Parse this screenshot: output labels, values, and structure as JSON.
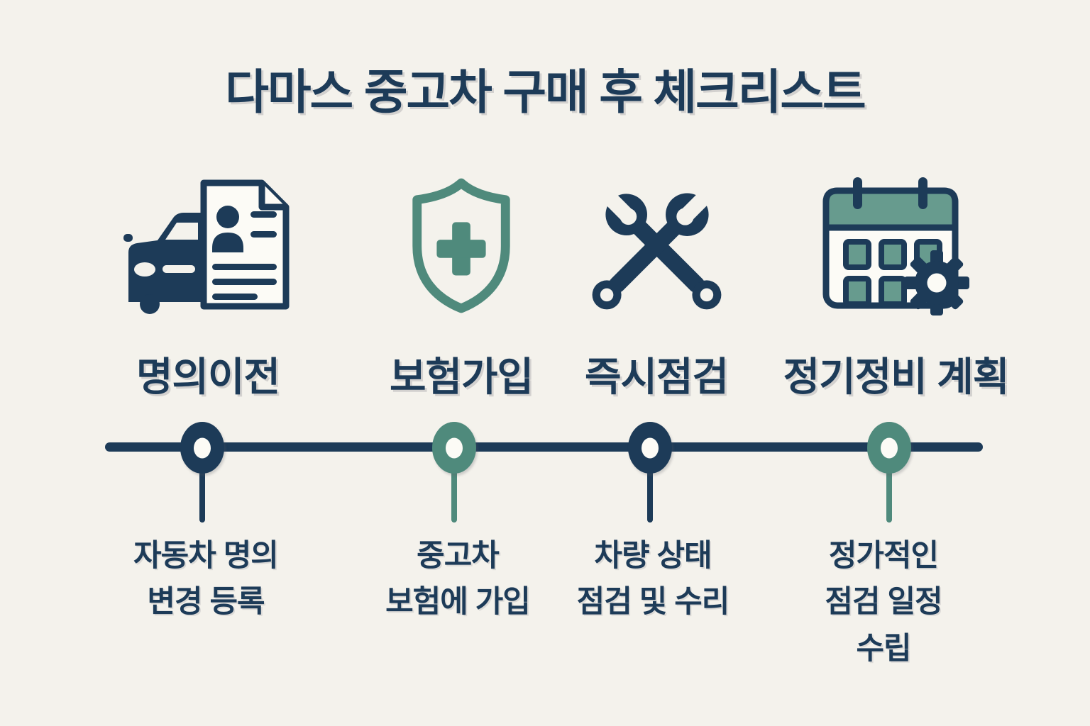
{
  "title": "다마스 중고차 구매 후 체크리스트",
  "colors": {
    "background": "#f4f2ec",
    "navy": "#1d3b58",
    "teal": "#4f8a7c",
    "teal_light": "#679b8e",
    "paper": "#fcfbf6"
  },
  "timeline": {
    "node_colors": [
      "navy",
      "teal",
      "navy",
      "teal"
    ]
  },
  "steps": [
    {
      "icon": "car-document-icon",
      "label": "명의이전",
      "desc_lines": [
        "자동차 명의",
        "변경 등록"
      ]
    },
    {
      "icon": "shield-cross-icon",
      "label": "보험가입",
      "desc_lines": [
        "중고차",
        "보험에 가입"
      ]
    },
    {
      "icon": "crossed-wrenches-icon",
      "label": "즉시점검",
      "desc_lines": [
        "차량 상태",
        "점검 및 수리"
      ]
    },
    {
      "icon": "calendar-gear-icon",
      "label": "정기정비 계획",
      "desc_lines": [
        "정가적인",
        "점검 일정",
        "수립"
      ]
    }
  ]
}
